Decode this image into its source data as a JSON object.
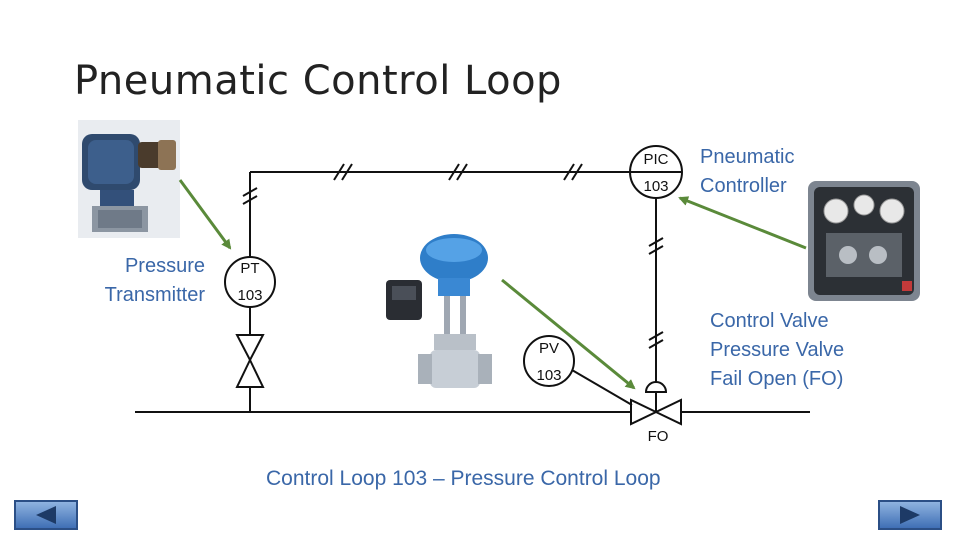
{
  "title": "Pneumatic Control Loop",
  "labels": {
    "pneumatic_controller": [
      "Pneumatic",
      "Controller"
    ],
    "pressure_transmitter": [
      "Pressure",
      "Transmitter"
    ],
    "control_valve": [
      "Control Valve",
      "Pressure Valve",
      "Fail Open (FO)"
    ]
  },
  "instruments": {
    "pic": {
      "top": "PIC",
      "bottom": "103"
    },
    "pt": {
      "top": "PT",
      "bottom": "103"
    },
    "pv": {
      "top": "PV",
      "bottom": "103"
    }
  },
  "valve_tag": "FO",
  "caption": "Control Loop 103 – Pressure Control Loop",
  "colors": {
    "label_blue": "#3a67a8",
    "arrow_green": "#5a8a3a",
    "line": "#111111"
  },
  "nav": {
    "prev_icon": "triangle-left-icon",
    "next_icon": "triangle-right-icon"
  }
}
